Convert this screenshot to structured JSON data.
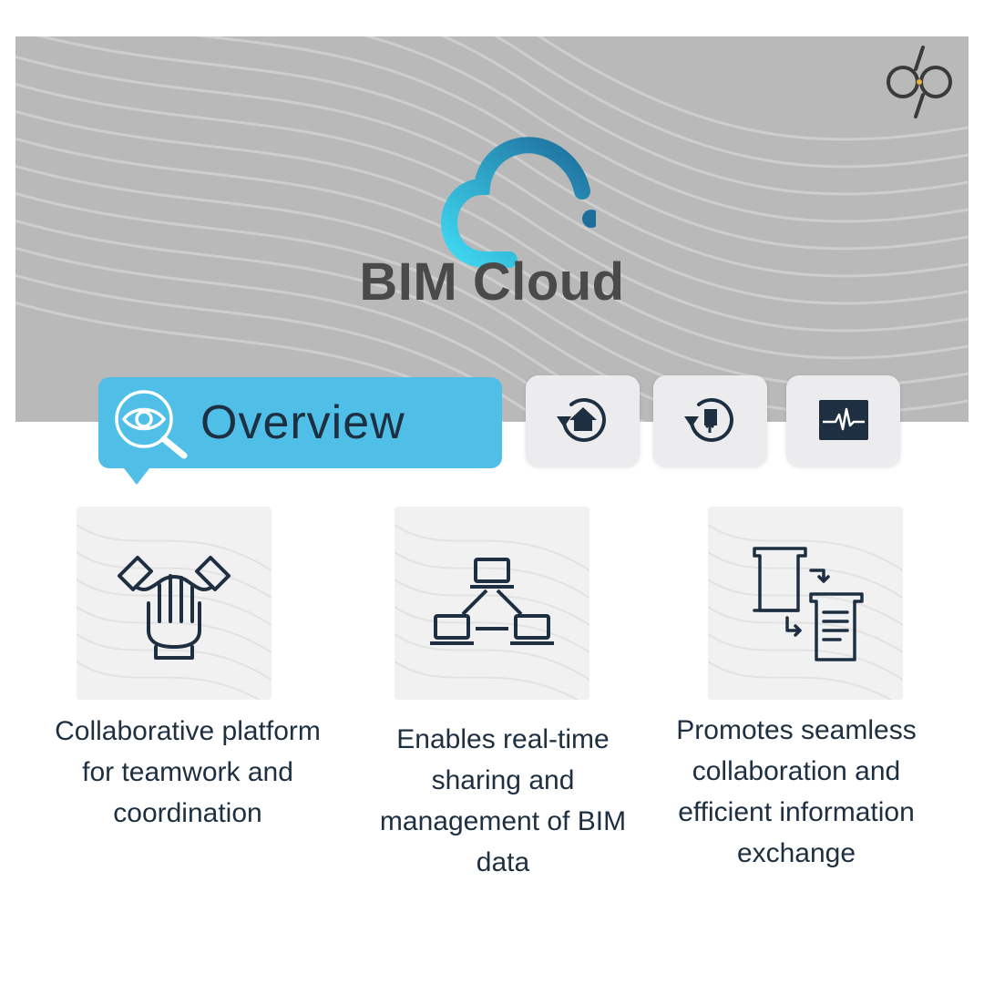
{
  "hero": {
    "title": "BIM Cloud",
    "logo_icon": "cloud-icon",
    "brand_icon": "brand-mark-icon",
    "background_color": "#b9b9b9",
    "title_color": "#4a4a4a"
  },
  "tabs": {
    "active": {
      "label": "Overview",
      "icon": "eye-magnifier-icon",
      "color": "#4fbfe8"
    },
    "others": [
      {
        "icon": "refresh-home-icon"
      },
      {
        "icon": "refresh-document-icon"
      },
      {
        "icon": "activity-monitor-icon"
      }
    ]
  },
  "features": [
    {
      "icon": "teamwork-hands-icon",
      "text": "Collaborative platform for teamwork and coordination"
    },
    {
      "icon": "network-computers-icon",
      "text": "Enables real-time sharing and management of BIM data"
    },
    {
      "icon": "document-exchange-icon",
      "text": "Promotes seamless collaboration and efficient information exchange"
    }
  ],
  "colors": {
    "accent": "#4fbfe8",
    "dark_text": "#1d2f40",
    "cloud_gradient_start": "#3fd9f2",
    "cloud_gradient_end": "#1e6e9c"
  }
}
